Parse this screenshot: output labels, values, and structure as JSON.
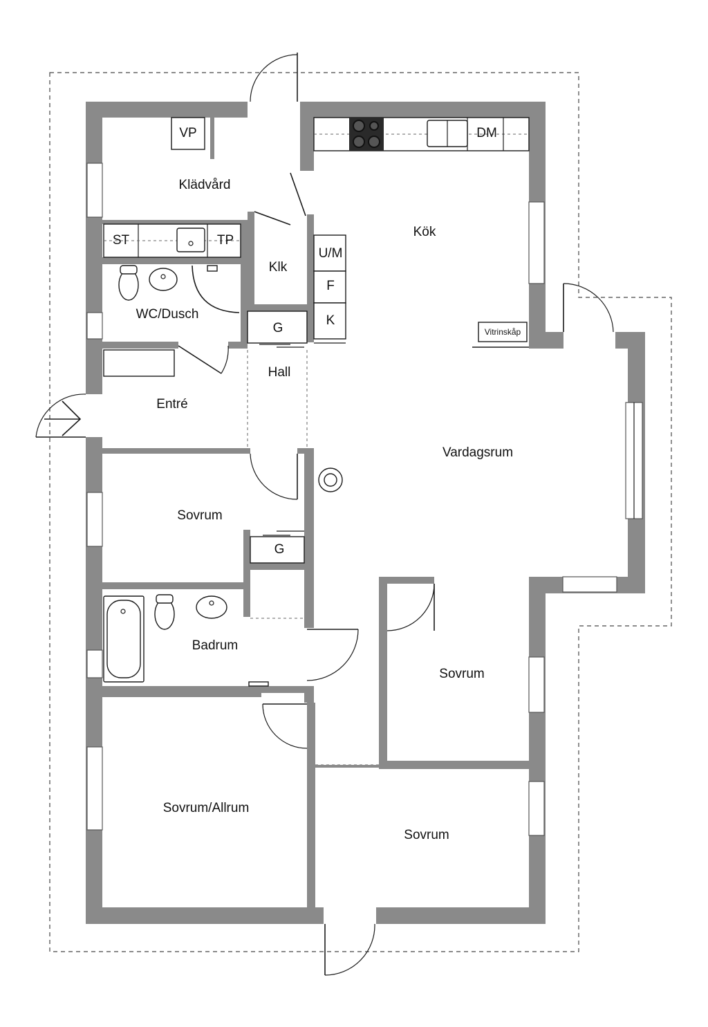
{
  "rooms": {
    "kladvard": "Klädvård",
    "vp": "VP",
    "st": "ST",
    "tp": "TP",
    "wc_dusch": "WC/Dusch",
    "klk": "Klk",
    "um": "U/M",
    "f": "F",
    "k": "K",
    "g_hall": "G",
    "hall": "Hall",
    "entre": "Entré",
    "kok": "Kök",
    "dm": "DM",
    "vitrinskap": "Vitrinskåp",
    "vardagsrum": "Vardagsrum",
    "sovrum_1": "Sovrum",
    "g_sovrum": "G",
    "badrum": "Badrum",
    "sovrum_2": "Sovrum",
    "sovrum_allrum": "Sovrum/Allrum",
    "sovrum_3": "Sovrum"
  }
}
